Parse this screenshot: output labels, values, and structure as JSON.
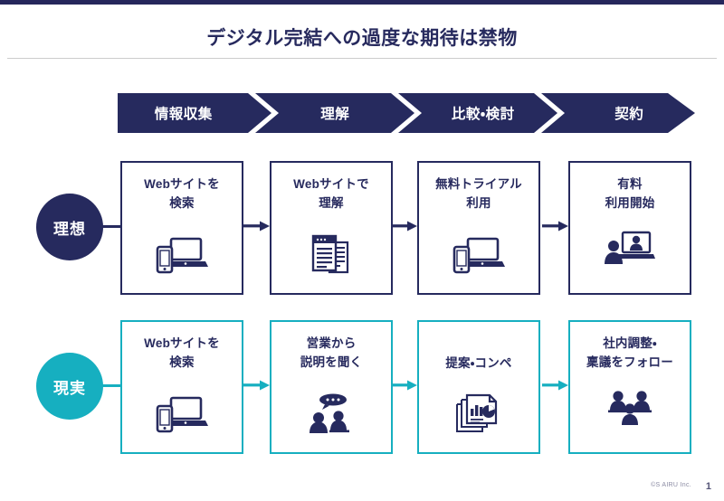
{
  "slide": {
    "title": "デジタル完結への過度な期待は禁物",
    "accent_navy": "#262a5e",
    "accent_teal": "#16afc0"
  },
  "stages": [
    {
      "label": "情報収集"
    },
    {
      "label": "理解"
    },
    {
      "label": "比較・検討"
    },
    {
      "label": "契約"
    }
  ],
  "rows": [
    {
      "badge": "理想",
      "badge_color": "#262a5e",
      "cards": [
        {
          "line1": "Webサイトを",
          "line2": "検索",
          "icon": "laptop-phone-icon"
        },
        {
          "line1": "Webサイトで",
          "line2": "理解",
          "icon": "documents-icon"
        },
        {
          "line1": "無料トライアル",
          "line2": "利用",
          "icon": "laptop-phone-icon"
        },
        {
          "line1": "有料",
          "line2": "利用開始",
          "icon": "person-laptop-icon"
        }
      ]
    },
    {
      "badge": "現実",
      "badge_color": "#16afc0",
      "cards": [
        {
          "line1": "Webサイトを",
          "line2": "検索",
          "icon": "laptop-phone-icon"
        },
        {
          "line1": "営業から",
          "line2": "説明を聞く",
          "icon": "two-people-speech-icon"
        },
        {
          "line1": "提案・コンペ",
          "line2": "",
          "icon": "chart-documents-icon"
        },
        {
          "line1": "社内調整・",
          "line2": "稟議をフォロー",
          "icon": "three-people-icon"
        }
      ]
    }
  ],
  "footer": {
    "copyright": "©S AIRU Inc.",
    "page_number": "1"
  }
}
